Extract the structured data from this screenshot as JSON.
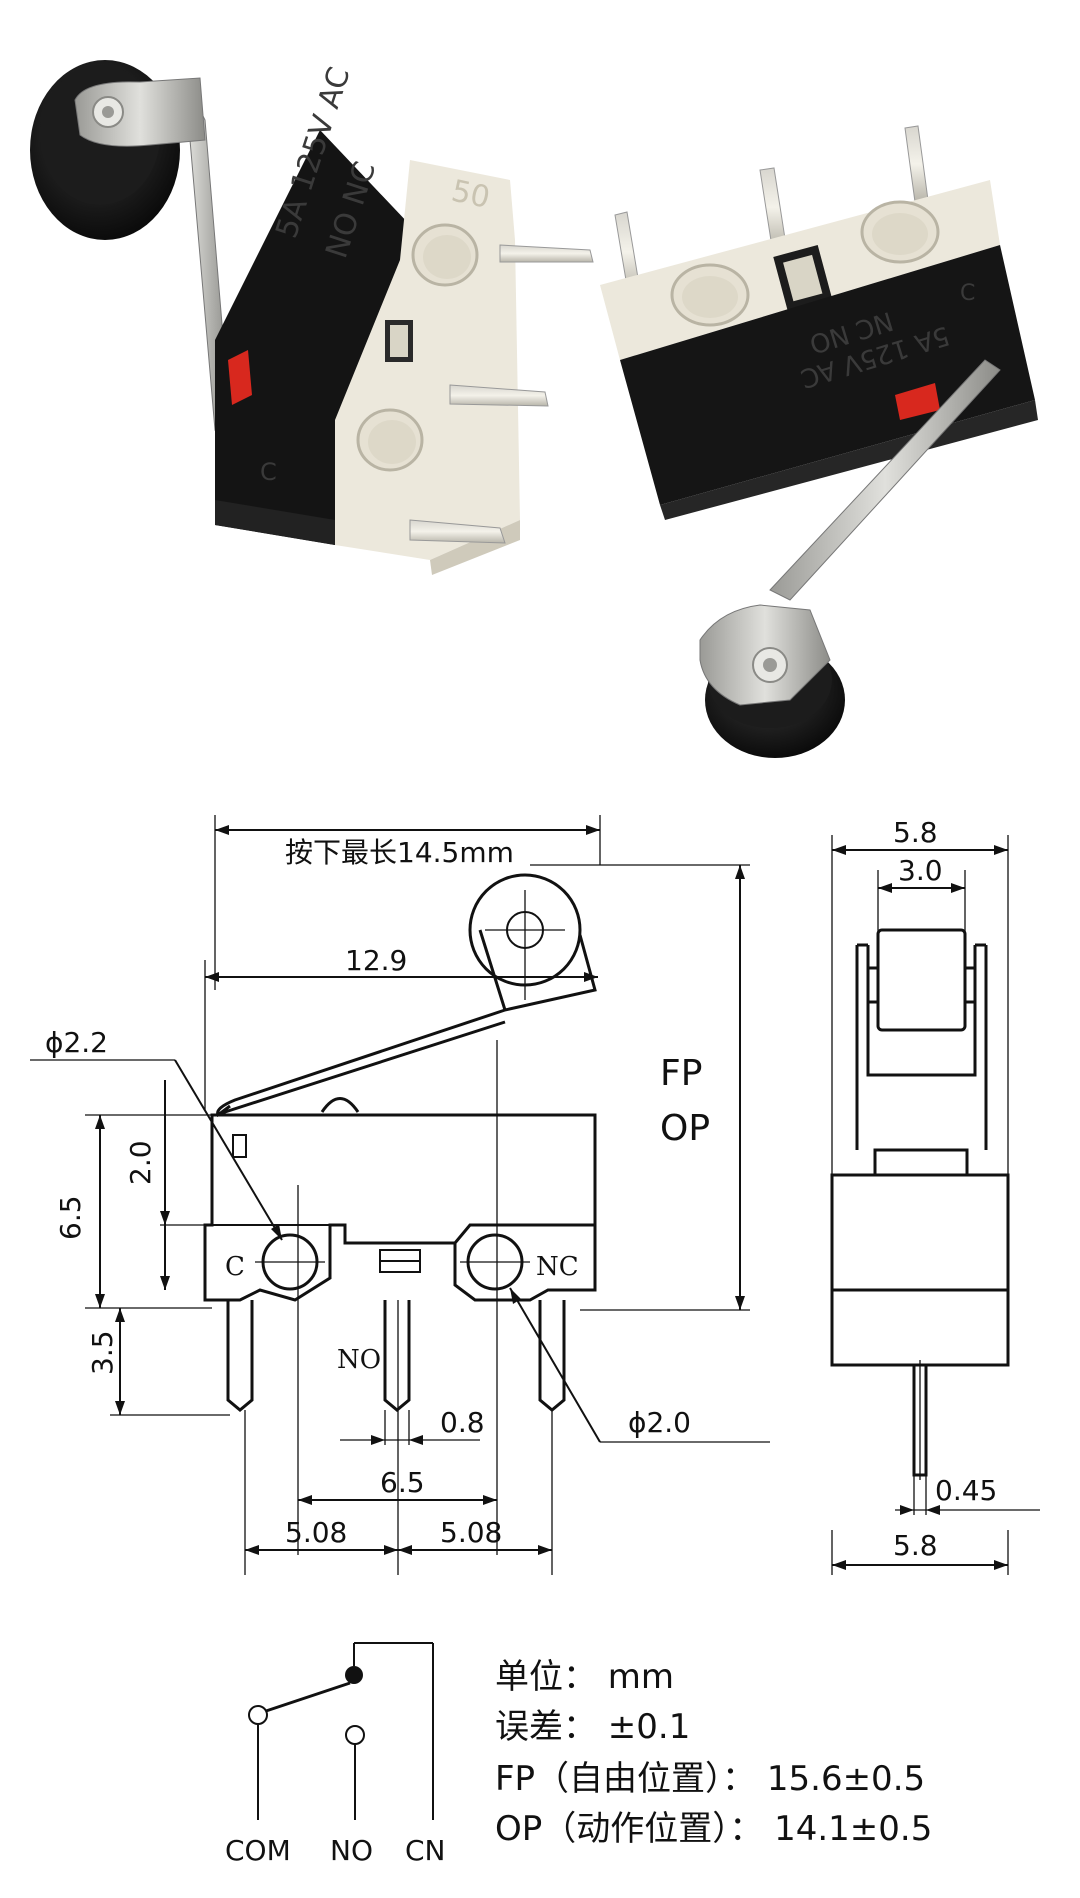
{
  "photo": {
    "left_switch_markings": [
      "5A 125V AC",
      "NO   NC",
      "C"
    ],
    "right_switch_markings": [
      "5A 125V AC",
      "NC   NO",
      "C"
    ],
    "left_switch_top_text": "50"
  },
  "drawing": {
    "press_length_label": "按下最长14.5mm",
    "width_12_9": "12.9",
    "phi_22": "ϕ2.2",
    "phi_20": "ϕ2.0",
    "dim_6_5_left": "6.5",
    "dim_2_0": "2.0",
    "dim_3_5": "3.5",
    "fp_label": "FP",
    "op_label": "OP",
    "pin_c": "C",
    "pin_nc": "NC",
    "pin_no": "NO",
    "dim_0_8": "0.8",
    "dim_6_5_bottom": "6.5",
    "dim_5_08_left": "5.08",
    "dim_5_08_right": "5.08",
    "side_5_8_top": "5.8",
    "side_3_0": "3.0",
    "side_0_45": "0.45",
    "side_5_8_bottom": "5.8"
  },
  "schematic": {
    "com": "COM",
    "no": "NO",
    "cn": "CN"
  },
  "specs": {
    "unit": "单位： mm",
    "tolerance": "误差： ±0.1",
    "fp": "FP（自由位置）： 15.6±0.5",
    "op": "OP（动作位置）： 14.1±0.5"
  }
}
